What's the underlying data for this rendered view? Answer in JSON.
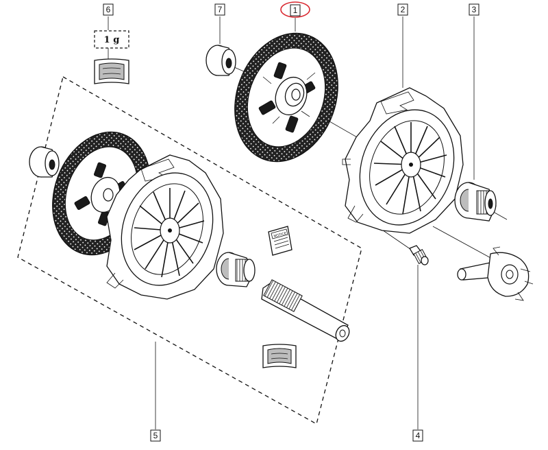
{
  "diagram": {
    "callouts": [
      {
        "id": "c1",
        "label": "1"
      },
      {
        "id": "c2",
        "label": "2"
      },
      {
        "id": "c3",
        "label": "3"
      },
      {
        "id": "c4",
        "label": "4"
      },
      {
        "id": "c5",
        "label": "5"
      },
      {
        "id": "c6",
        "label": "6"
      },
      {
        "id": "c7",
        "label": "7"
      }
    ],
    "grease_quantity": "1 g",
    "booklet_text": "NOTICE",
    "highlight_color": "#d9262e"
  }
}
